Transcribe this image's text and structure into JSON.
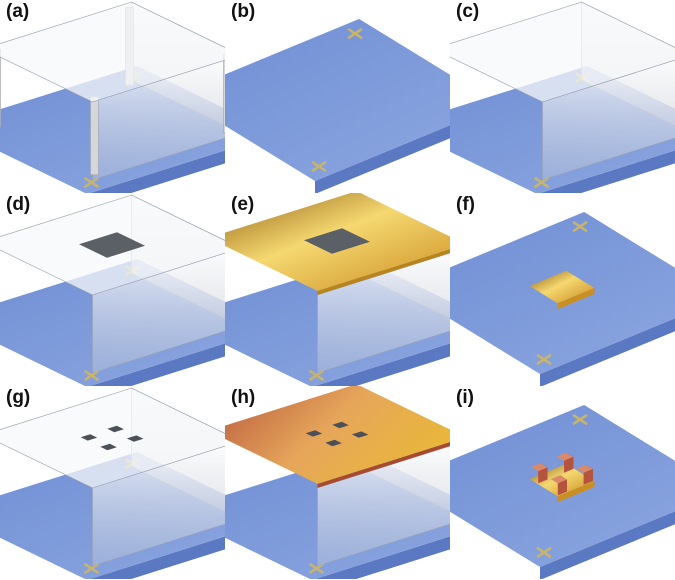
{
  "figure": {
    "panels": [
      {
        "id": "a",
        "label": "(a)",
        "elements": [
          "substrate",
          "alignment-marks",
          "transparent-box",
          "glass-posts"
        ]
      },
      {
        "id": "b",
        "label": "(b)",
        "elements": [
          "substrate",
          "alignment-marks"
        ]
      },
      {
        "id": "c",
        "label": "(c)",
        "elements": [
          "substrate",
          "alignment-marks",
          "transparent-box"
        ]
      },
      {
        "id": "d",
        "label": "(d)",
        "elements": [
          "substrate",
          "alignment-marks",
          "transparent-box",
          "square-hole"
        ]
      },
      {
        "id": "e",
        "label": "(e)",
        "elements": [
          "substrate",
          "alignment-marks",
          "transparent-box",
          "square-hole",
          "gold-top-layer"
        ]
      },
      {
        "id": "f",
        "label": "(f)",
        "elements": [
          "substrate",
          "alignment-marks",
          "gold-square-pad"
        ]
      },
      {
        "id": "g",
        "label": "(g)",
        "elements": [
          "substrate",
          "alignment-marks",
          "transparent-box",
          "four-small-holes"
        ]
      },
      {
        "id": "h",
        "label": "(h)",
        "elements": [
          "substrate",
          "alignment-marks",
          "transparent-box",
          "four-small-holes",
          "copper-gold-top-layer"
        ]
      },
      {
        "id": "i",
        "label": "(i)",
        "elements": [
          "substrate",
          "alignment-marks",
          "gold-pad",
          "copper-pillars"
        ]
      }
    ],
    "colors": {
      "substrate_top": "#7a97d6",
      "substrate_side": "#4e6bb5",
      "mark": "#c8b46a",
      "glass": "#e8eaee",
      "gold": "#e9b73a",
      "copper": "#b5533c"
    }
  }
}
